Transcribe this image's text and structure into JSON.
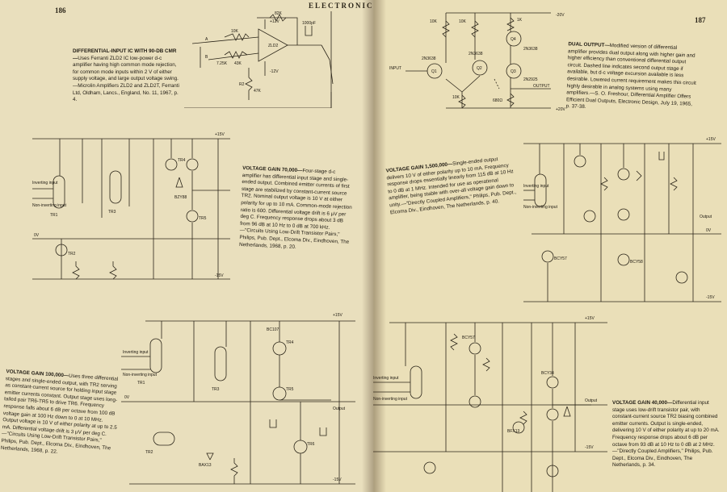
{
  "left_page": {
    "page_number": "186",
    "running_head": "ELECTRONICS",
    "captions": {
      "differential_input": {
        "heading": "DIFFERENTIAL-INPUT IC WITH 90-DB CMR—",
        "body": "Uses Ferranti ZLD2 IC low-power d-c amplifier having high common mode rejection, for common mode inputs within 2 V of either supply voltage, and large output voltage swing.—Microlin Amplifiers ZLD2 and ZLD2T, Ferranti Ltd, Oldham, Lancs., England, No. 11, 1967, p. 4."
      },
      "voltage_gain_70000": {
        "heading": "VOLTAGE GAIN 70,000—",
        "body": "Four-stage d-c amplifier has differential input stage and single-ended output. Combined emitter currents of first stage are stabilized by constant-current source TR2. Nominal output voltage is 10 V at either polarity for up to 10 mA. Common-mode rejection ratio is 600. Differential voltage drift is 6 μV per deg C. Frequency response drops about 3 dB from 96 dB at 10 Hz to 0 dB at 700 kHz.—\"Circuits Using Low-Drift Transistor Pairs,\" Philips, Pub. Dept., Elcoma Div., Eindhoven, The Netherlands, 1968, p. 20."
      },
      "voltage_gain_100000": {
        "heading": "VOLTAGE GAIN 100,000—",
        "body": "Uses three differential stages and single-ended output, with TR2 serving as constant-current source for holding input stage emitter currents constant. Output stage uses long-tailed pair TR6-TR5 to drive TR6. Frequency response falls about 6 dB per octave from 100 dB voltage gain at 100 Hz down to 0 at 10 MHz. Output voltage is 10 V of either polarity at up to 2.5 mA. Differential voltage drift is 3 μV per deg C.—\"Circuits Using Low-Drift Transistor Pairs,\" Philips, Pub. Dept., Elcoma Div., Eindhoven, The Netherlands, 1968, p. 22."
      }
    },
    "schematic_labels": {
      "ic": "ZLD2",
      "r1": "10K",
      "r2": "82K",
      "r3": "7.25K",
      "r4": "43K",
      "r5": "47K",
      "v_pos": "+12V",
      "v_neg": "-12V",
      "c1": "1000pF",
      "node_a": "A",
      "node_b": "B",
      "rv": "R2",
      "out": "Output",
      "inv_input": "Inverting input",
      "noninv_input": "Non-inverting input",
      "tr1": "TR1",
      "tr2": "TR2",
      "tr3": "TR3",
      "tr4": "TR4",
      "tr5": "TR5",
      "tr6": "TR6",
      "bc107": "BC107",
      "bzy": "BZY88",
      "bax": "BAX13",
      "rail_pos": "+15V",
      "rail_neg": "-15V",
      "zero": "0V"
    }
  },
  "right_page": {
    "page_number": "187",
    "captions": {
      "dual_output": {
        "heading": "DUAL OUTPUT—",
        "body": "Modified version of differential amplifier provides dual output along with higher gain and higher efficiency than conventional differential output circuit. Dashed line indicates second output stage if available, but d-c voltage excursion available is less desirable. Lowered current requirement makes this circuit highly desirable in analog systems using many amplifiers.—S. O. Freshour, Differential Amplifier Offers Efficient Dual Outputs, Electronic Design, July 19, 1965, p. 37-38."
      },
      "voltage_gain_1500000": {
        "heading": "VOLTAGE GAIN 1,500,000—",
        "body": "Single-ended output delivers 10 V of either polarity up to 10 mA. Frequency response drops essentially linearly from 115 dB at 10 Hz to 0 dB at 1 MHz. Intended for use as operational amplifier, being stable with over-all voltage gain down to unity.—\"Directly Coupled Amplifiers,\" Philips, Pub. Dept., Elcoma Div., Eindhoven, The Netherlands, p. 40."
      },
      "voltage_gain_40000": {
        "heading": "VOLTAGE GAIN 40,000—",
        "body": "Differential input stage uses low-drift transistor pair, with constant-current source TR2 biasing combined emitter currents. Output is single-ended, delivering 10 V of either polarity at up to 20 mA. Frequency response drops about 6 dB per octave from 93 dB at 10 Hz to 0 dB at 2 MHz.—\"Directly Coupled Amplifiers,\" Philips, Pub. Dept., Elcoma Div., Eindhoven, The Netherlands, p. 34."
      }
    },
    "schematic_labels": {
      "v_neg20": "-20V",
      "v_pos20": "+20V",
      "r10k_a": "10K",
      "r10k_b": "10K",
      "r10k_c": "10K",
      "r1k": "1K",
      "r680": "680Ω",
      "q1": "Q1",
      "q2": "Q2",
      "q3": "Q3",
      "q4": "Q4",
      "t2n3638": "2N3638",
      "t2n3638b": "2N3638",
      "t2n3638c": "2N3638",
      "t2n2925": "2N2925",
      "input": "INPUT",
      "output": "OUTPUT",
      "bcy57": "BCY57",
      "bcy58": "BCY58",
      "bfx13": "BFX13",
      "bc134": "BCY34",
      "inv_input": "Inverting input",
      "noninv_input": "Non-inverting input",
      "outv": "Output",
      "rail_pos": "+15V",
      "rail_neg": "-15V",
      "zero": "0V"
    }
  }
}
